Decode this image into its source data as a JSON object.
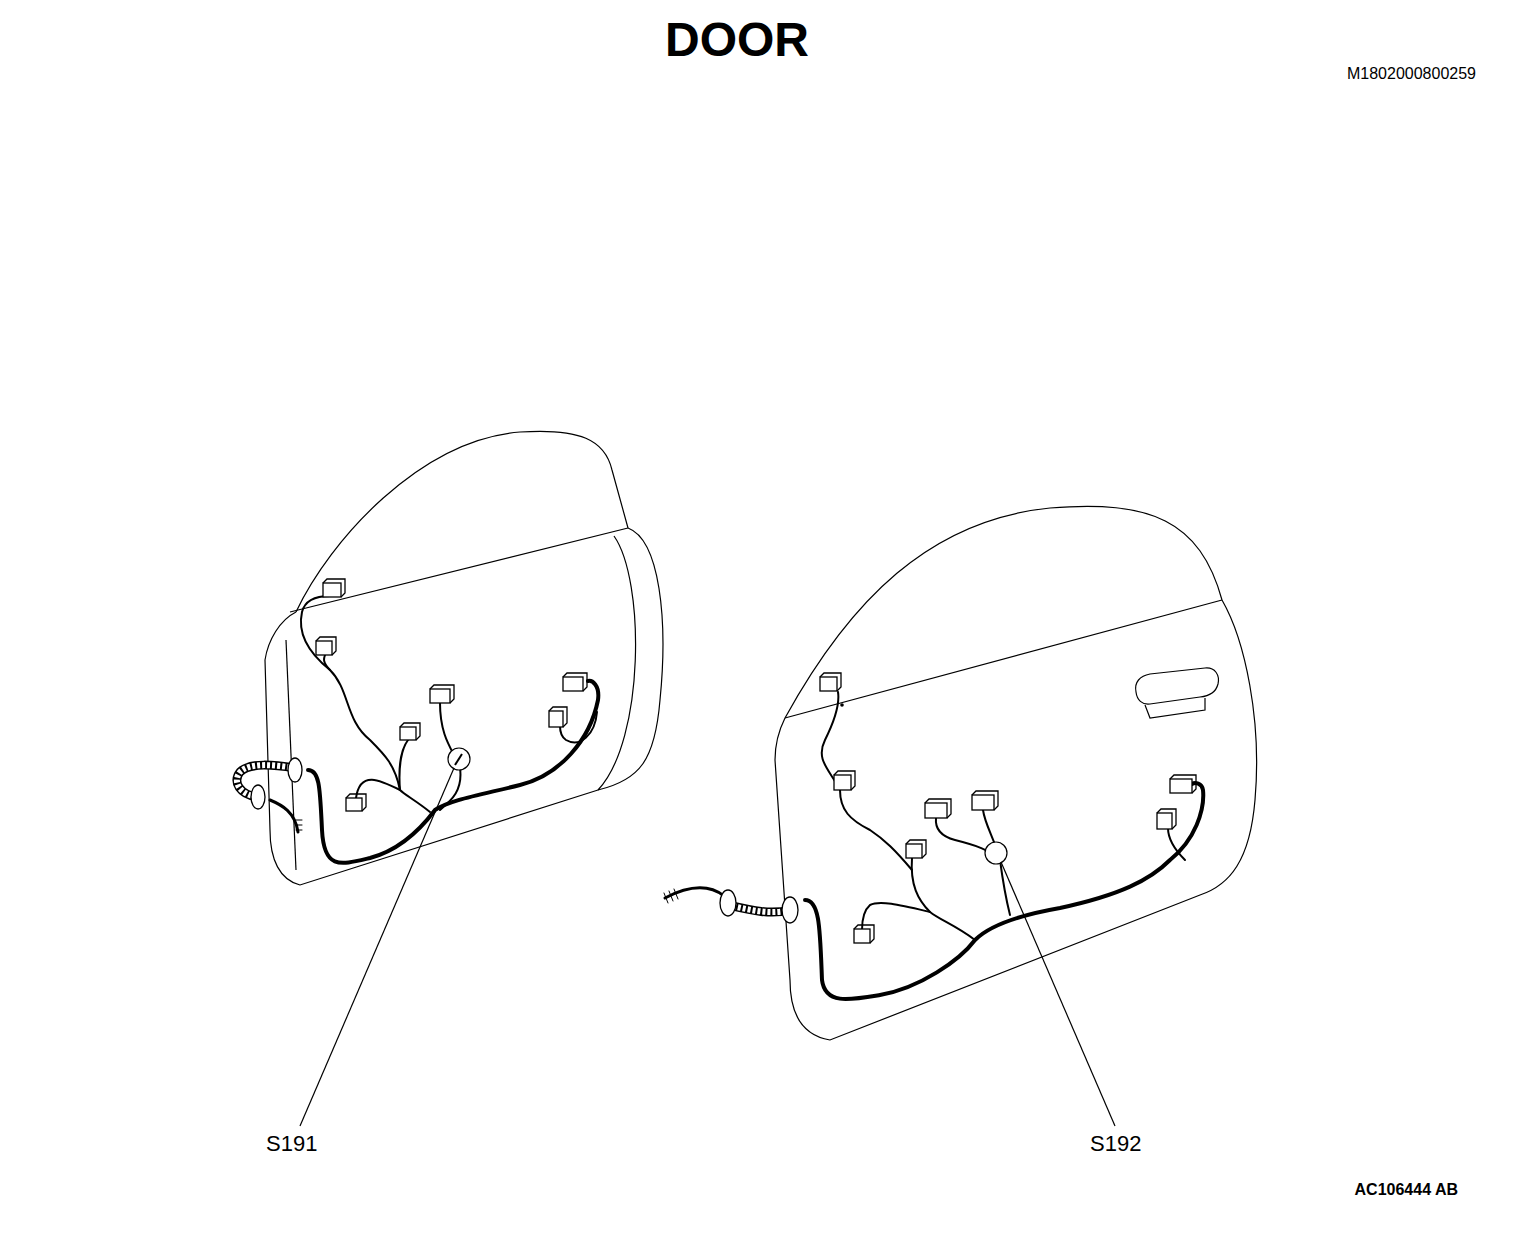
{
  "diagram": {
    "title": "DOOR",
    "labels": [
      "M1802000800259",
      "S191",
      "S192",
      "AC106444 AB"
    ]
  }
}
